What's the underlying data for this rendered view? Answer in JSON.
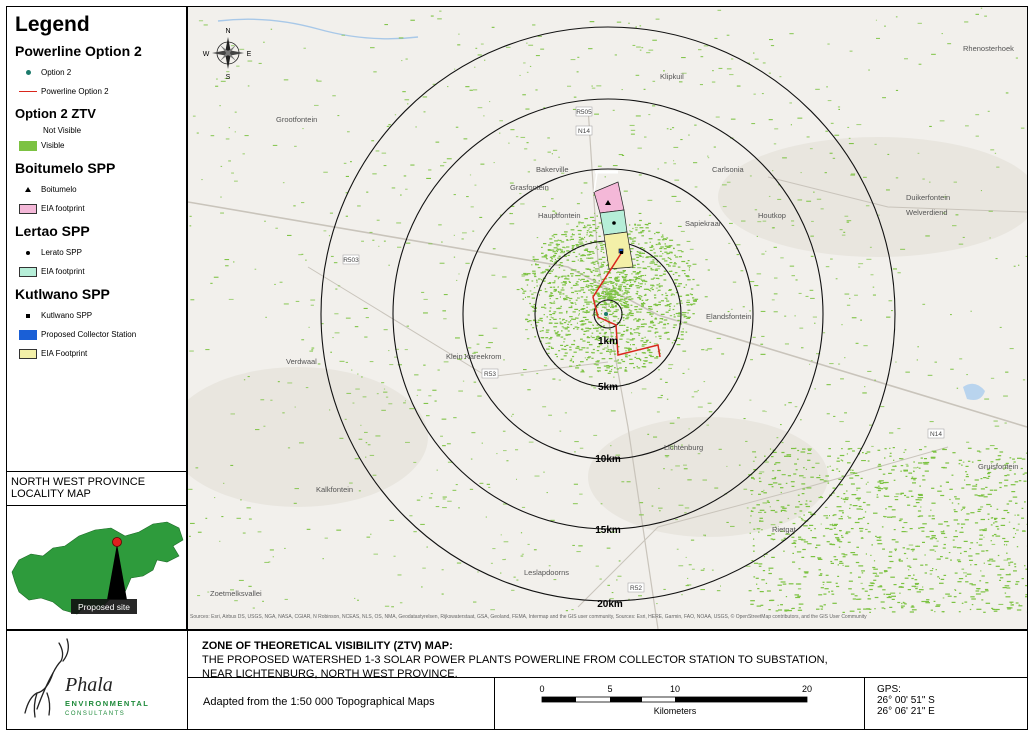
{
  "legend": {
    "title": "Legend",
    "sections": [
      {
        "heading": "Powerline Option 2",
        "items": [
          {
            "symbol": "dot-teal",
            "label": "Option 2"
          },
          {
            "symbol": "line-red",
            "label": "Powerline Option 2"
          }
        ]
      },
      {
        "heading": "Option 2 ZTV",
        "items": [
          {
            "symbol": "none",
            "label": "Not Visible"
          },
          {
            "symbol": "swatch",
            "color": "#7cc242",
            "label": "Visible"
          }
        ]
      },
      {
        "heading": "Boitumelo SPP",
        "items": [
          {
            "symbol": "triangle",
            "label": "Boitumelo"
          },
          {
            "symbol": "swatch",
            "color": "#f4b8d8",
            "label": "EIA footprint"
          }
        ]
      },
      {
        "heading": "Lertao SPP",
        "items": [
          {
            "symbol": "dot-black",
            "label": "Lerato SPP"
          },
          {
            "symbol": "swatch",
            "color": "#b6eed8",
            "label": "EIA footprint"
          }
        ]
      },
      {
        "heading": "Kutlwano SPP",
        "items": [
          {
            "symbol": "square",
            "label": "Kutlwano SPP"
          },
          {
            "symbol": "swatch",
            "color": "#1a5fd6",
            "label": "Proposed Collector Station"
          },
          {
            "symbol": "swatch",
            "color": "#f3f0a8",
            "label": "EIA Footprint"
          }
        ]
      }
    ]
  },
  "locality": {
    "title": "NORTH WEST PROVINCE LOCALITY MAP",
    "site_label": "Proposed site"
  },
  "map": {
    "ring_labels": [
      "1km",
      "5km",
      "10km",
      "15km",
      "20km"
    ],
    "places": [
      {
        "name": "Grootfontein"
      },
      {
        "name": "Klipkuil"
      },
      {
        "name": "Bakerville"
      },
      {
        "name": "Grasfontein"
      },
      {
        "name": "Carlsonia"
      },
      {
        "name": "Hauptfontein"
      },
      {
        "name": "Sapiekraal"
      },
      {
        "name": "Houtkop"
      },
      {
        "name": "Duikerfontein"
      },
      {
        "name": "Welverdiend"
      },
      {
        "name": "Elandsfontein"
      },
      {
        "name": "Lichtenburg"
      },
      {
        "name": "Verdwaal"
      },
      {
        "name": "Kalkfontein"
      },
      {
        "name": "Rietgat"
      },
      {
        "name": "Gruisfontein"
      },
      {
        "name": "Zoetmelksvallei"
      },
      {
        "name": "Leslapdoorns"
      },
      {
        "name": "Rhenosterhoek"
      },
      {
        "name": "Klein Kareekrom"
      }
    ],
    "roads": [
      "N14",
      "R505",
      "R503",
      "R52",
      "N14",
      "R53"
    ],
    "compass": {
      "north": "N",
      "south": "S",
      "east": "E",
      "west": "W"
    },
    "attribution": "Sources: Esri, Airbus DS, USGS, NGA, NASA, CGIAR, N Robinson, NCEAS, NLS, OS, NMA, Geodatastyrelsen, Rijkswaterstaat, GSA, Geoland, FEMA, Intermap and the GIS user community, Sources: Esri, HERE, Garmin, FAO, NOAA, USGS, © OpenStreetMap contributors, and the GIS User Community"
  },
  "titleblock": {
    "heading": "ZONE OF THEORETICAL VISIBILITY (ZTV) MAP:",
    "line1": "THE PROPOSED WATERSHED 1-3 SOLAR POWER PLANTS POWERLINE FROM COLLECTOR STATION TO SUBSTATION,",
    "line2": "NEAR LICHTENBURG, NORTH WEST PROVINCE.",
    "adapted": "Adapted from the 1:50 000 Topographical Maps",
    "scale": {
      "ticks": [
        "0",
        "5",
        "10",
        "20"
      ],
      "unit": "Kilometers"
    },
    "gps": {
      "label": "GPS:",
      "lat": "26° 00' 51\" S",
      "lon": "26° 06' 21\" E"
    },
    "logo": {
      "name": "Phala",
      "sub1": "ENVIRONMENTAL",
      "sub2": "CONSULTANTS"
    }
  },
  "colors": {
    "visible": "#7cc242",
    "powerline": "#d9261c",
    "map_bg": "#f2f0ec"
  }
}
